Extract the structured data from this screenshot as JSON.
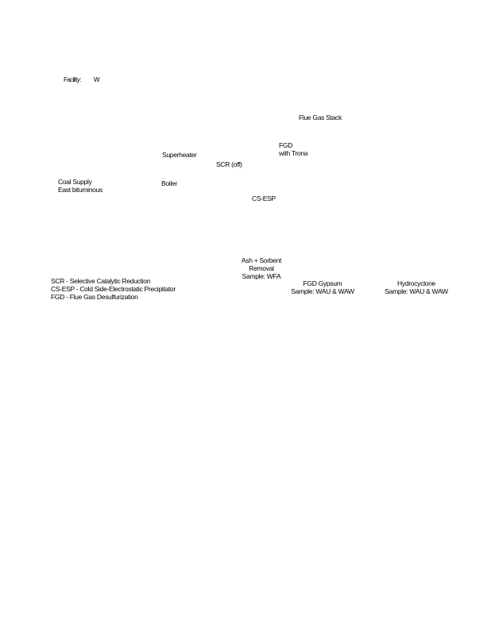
{
  "facility": {
    "label": "Facility:",
    "value": "W"
  },
  "nodes": {
    "stack": "Flue Gas Stack",
    "fgd_line1": "FGD",
    "fgd_line2": "with Trona",
    "superheater": "Superheater",
    "scr": "SCR (off)",
    "coal_line1": "Coal Supply",
    "coal_line2": "East bituminous",
    "boiler": "Boiler",
    "csesp": "CS-ESP",
    "ash_line1": "Ash + Sorbent",
    "ash_line2": "Removal",
    "ash_line3": "Sample:  WFA",
    "gypsum_line1": "FGD Gypsum",
    "gypsum_line2": "Sample:  WAU & WAW",
    "hydro_line1": "Hydrocyclone",
    "hydro_line2": "Sample:  WAU & WAW"
  },
  "legend": [
    "SCR - Selective  Catalytic  Reduction",
    "CS-ESP  - Cold Side-Electrostatic  Precipitator",
    "FGD - Flue Gas  Desulfurization"
  ]
}
